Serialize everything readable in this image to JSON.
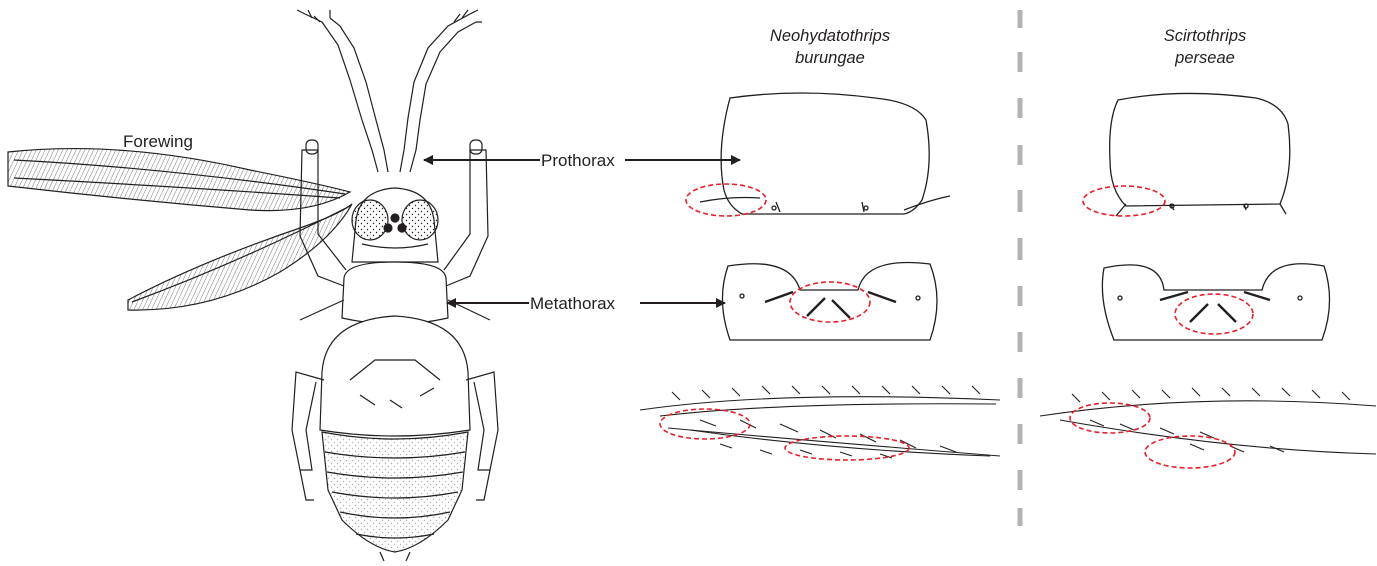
{
  "labels": {
    "forewing": "Forewing",
    "prothorax": "Prothorax",
    "metathorax": "Metathorax"
  },
  "species": [
    {
      "genus": "Neohydatothrips",
      "epithet": "burungae"
    },
    {
      "genus": "Scirtothrips",
      "epithet": "perseae"
    }
  ],
  "colors": {
    "ink": "#231f20",
    "highlight": "#e8202a",
    "divider": "#b3b3b3"
  }
}
